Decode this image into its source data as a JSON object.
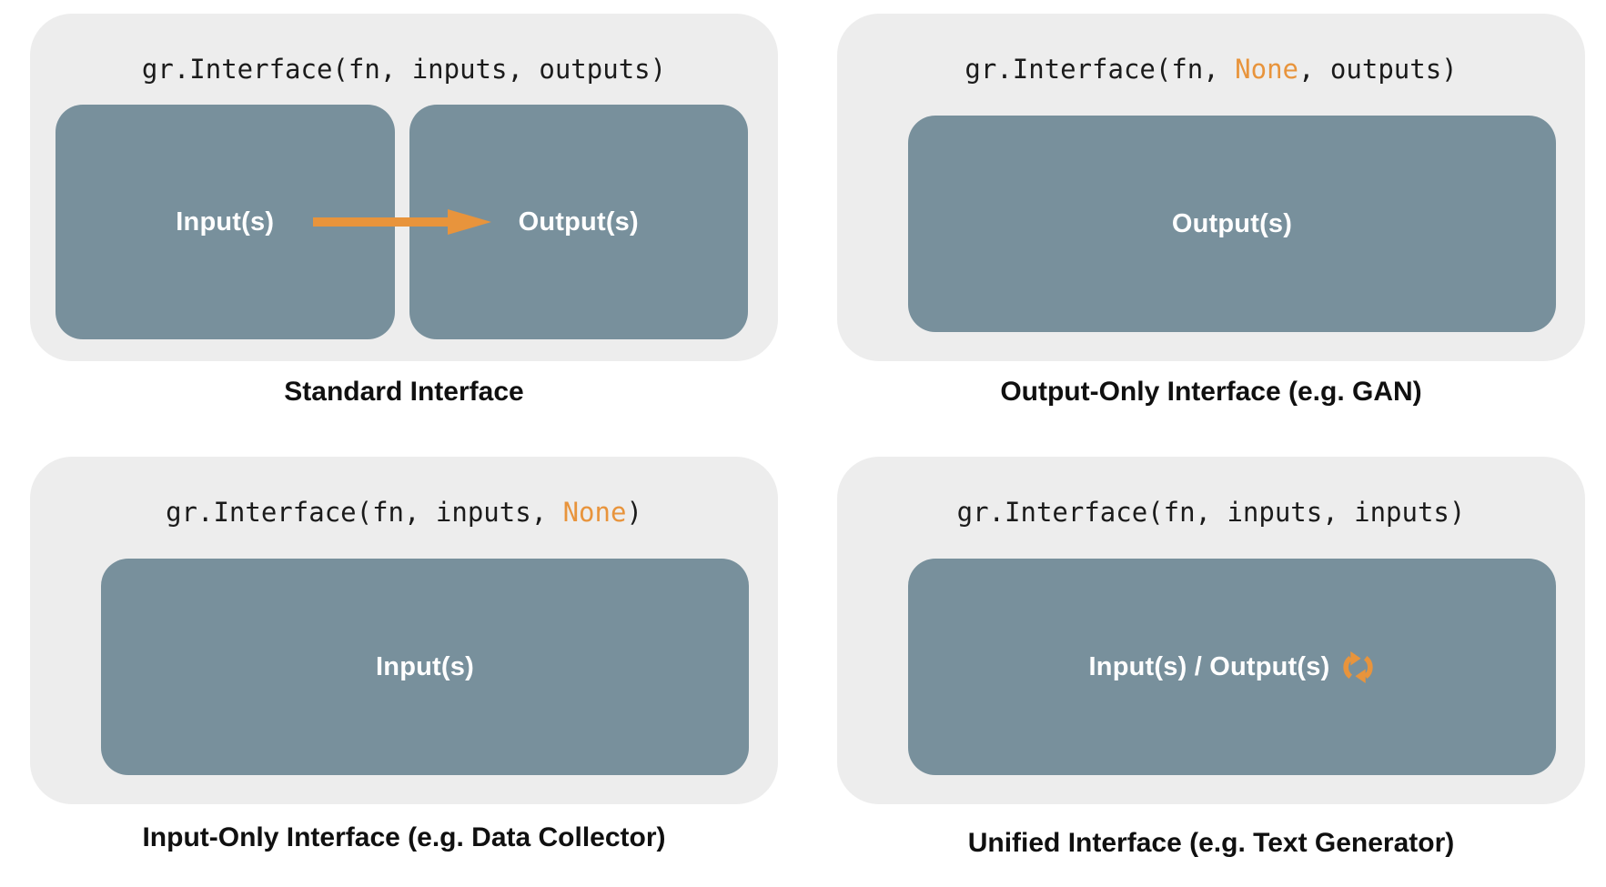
{
  "colors": {
    "accent_orange": "#E8943C",
    "box_slate": "#78909C",
    "panel_gray": "#EDEDED",
    "code_text": "#1B1B1B",
    "caption_text": "#101010",
    "box_label_text": "#FFFFFF"
  },
  "icons": {
    "arrow": "right-arrow-icon (orange arrow from Input(s) to Output(s))",
    "refresh": "refresh-cycle-icon (orange circular two-arrow cycle glyph)"
  },
  "panels": {
    "standard": {
      "code": [
        {
          "text": "gr.Interface(fn, inputs, outputs)",
          "accent": false
        }
      ],
      "boxes": [
        {
          "label": "Input(s)"
        },
        {
          "label": "Output(s)"
        }
      ],
      "caption": "Standard Interface"
    },
    "output_only": {
      "code": [
        {
          "text": "gr.Interface(fn, ",
          "accent": false
        },
        {
          "text": "None",
          "accent": true
        },
        {
          "text": ", outputs)",
          "accent": false
        }
      ],
      "boxes": [
        {
          "label": "Output(s)"
        }
      ],
      "caption": "Output-Only Interface (e.g. GAN)"
    },
    "input_only": {
      "code": [
        {
          "text": "gr.Interface(fn, inputs, ",
          "accent": false
        },
        {
          "text": "None",
          "accent": true
        },
        {
          "text": ")",
          "accent": false
        }
      ],
      "boxes": [
        {
          "label": "Input(s)"
        }
      ],
      "caption": "Input-Only Interface (e.g. Data Collector)"
    },
    "unified": {
      "code": [
        {
          "text": "gr.Interface(fn, inputs, inputs)",
          "accent": false
        }
      ],
      "boxes": [
        {
          "label": "Input(s) / Output(s)"
        }
      ],
      "caption": "Unified Interface (e.g. Text Generator)"
    }
  }
}
